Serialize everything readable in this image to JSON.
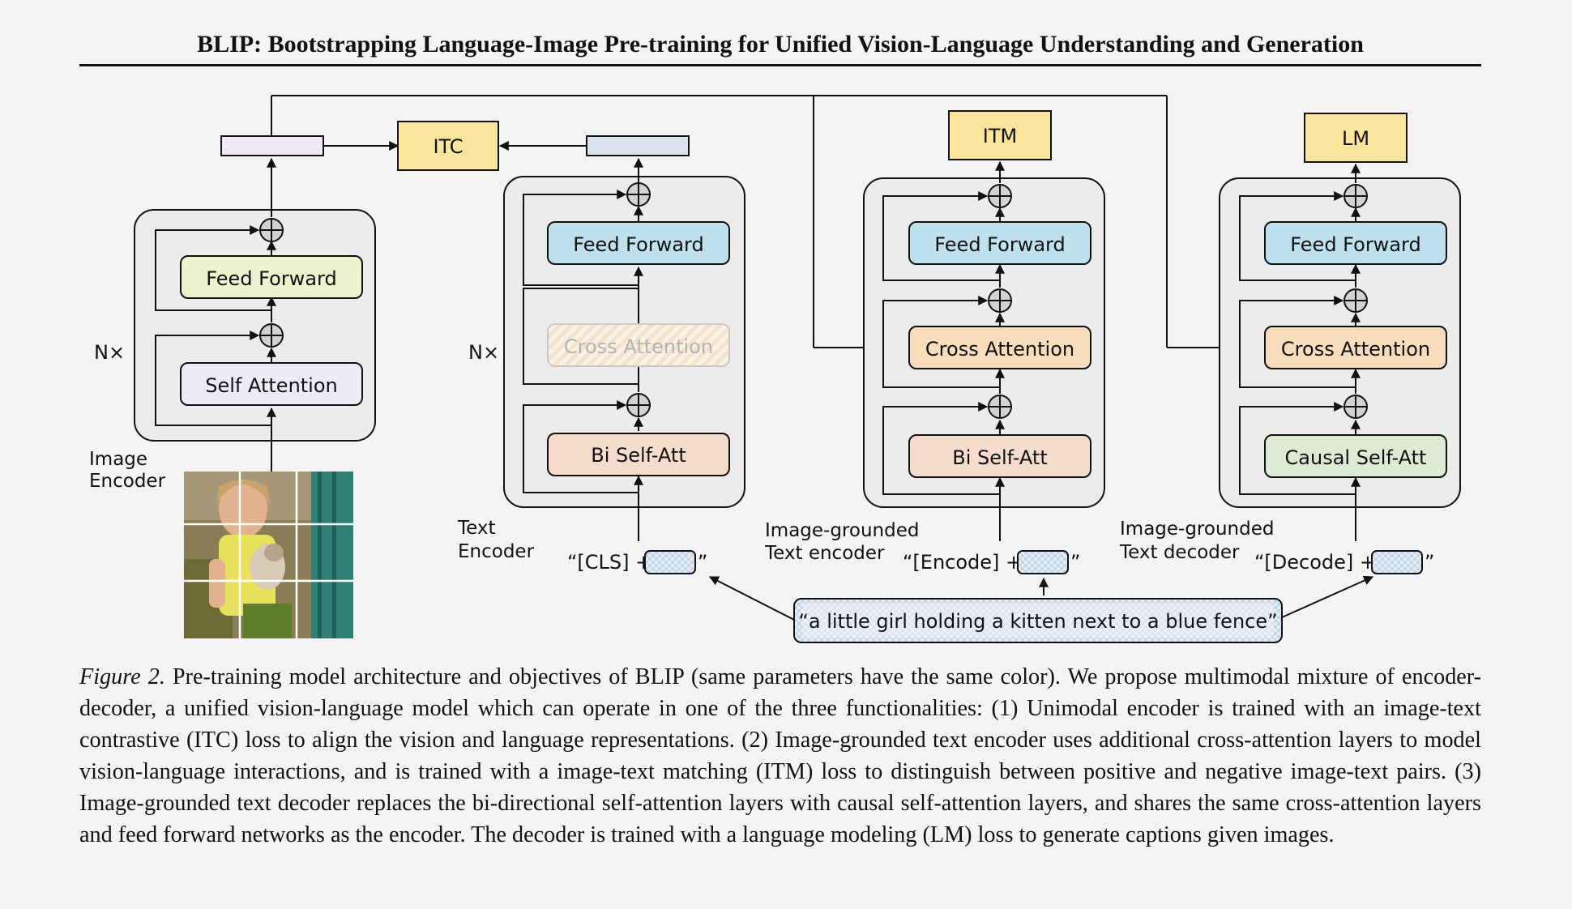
{
  "title": "BLIP: Bootstrapping Language-Image Pre-training for Unified Vision-Language Understanding and Generation",
  "diagram": {
    "image_encoder": {
      "label_line1": "Image",
      "label_line2": "Encoder",
      "repeat": "N×",
      "feed_forward": "Feed Forward",
      "self_attention": "Self Attention"
    },
    "itc_label": "ITC",
    "text_encoder": {
      "label_line1": "Text",
      "label_line2": "Encoder",
      "repeat": "N×",
      "feed_forward": "Feed Forward",
      "cross_attention": "Cross Attention",
      "self_att": "Bi Self-Att",
      "input_prefix": "“[CLS] +",
      "input_suffix": "”"
    },
    "grounded_encoder": {
      "head": "ITM",
      "label_line1": "Image-grounded",
      "label_line2": "Text encoder",
      "feed_forward": "Feed Forward",
      "cross_attention": "Cross Attention",
      "self_att": "Bi Self-Att",
      "input_prefix": "“[Encode] +",
      "input_suffix": "”"
    },
    "grounded_decoder": {
      "head": "LM",
      "label_line1": "Image-grounded",
      "label_line2": "Text decoder",
      "feed_forward": "Feed Forward",
      "cross_attention": "Cross Attention",
      "self_att": "Causal Self-Att",
      "input_prefix": "“[Decode] +",
      "input_suffix": "”"
    },
    "caption_text": "“a little girl holding a kitten next to a blue fence”",
    "colors": {
      "feed_forward_image": "#eef2cf",
      "self_attention_image": "#eeeaf6",
      "feed_forward_text": "#bfe1ee",
      "cross_attention": "#f8dcbb",
      "bi_self_att": "#f6dccd",
      "causal_self_att": "#ddead4",
      "head": "#fbe59c",
      "image_feature": "#efeaf5",
      "text_feature": "#d9e3ee",
      "frame_fill": "#ececec"
    }
  },
  "caption": {
    "figure_label": "Figure 2.",
    "text": " Pre-training model architecture and objectives of BLIP (same parameters have the same color). We propose multimodal mixture of encoder-decoder, a unified vision-language model which can operate in one of the three functionalities: (1) Unimodal encoder is trained with an image-text contrastive (ITC) loss to align the vision and language representations. (2) Image-grounded text encoder uses additional cross-attention layers to model vision-language interactions, and is trained with a image-text matching (ITM) loss to distinguish between positive and negative image-text pairs. (3) Image-grounded text decoder replaces the bi-directional self-attention layers with causal self-attention layers, and shares the same cross-attention layers and feed forward networks as the encoder. The decoder is trained with a language modeling (LM) loss to generate captions given images."
  }
}
